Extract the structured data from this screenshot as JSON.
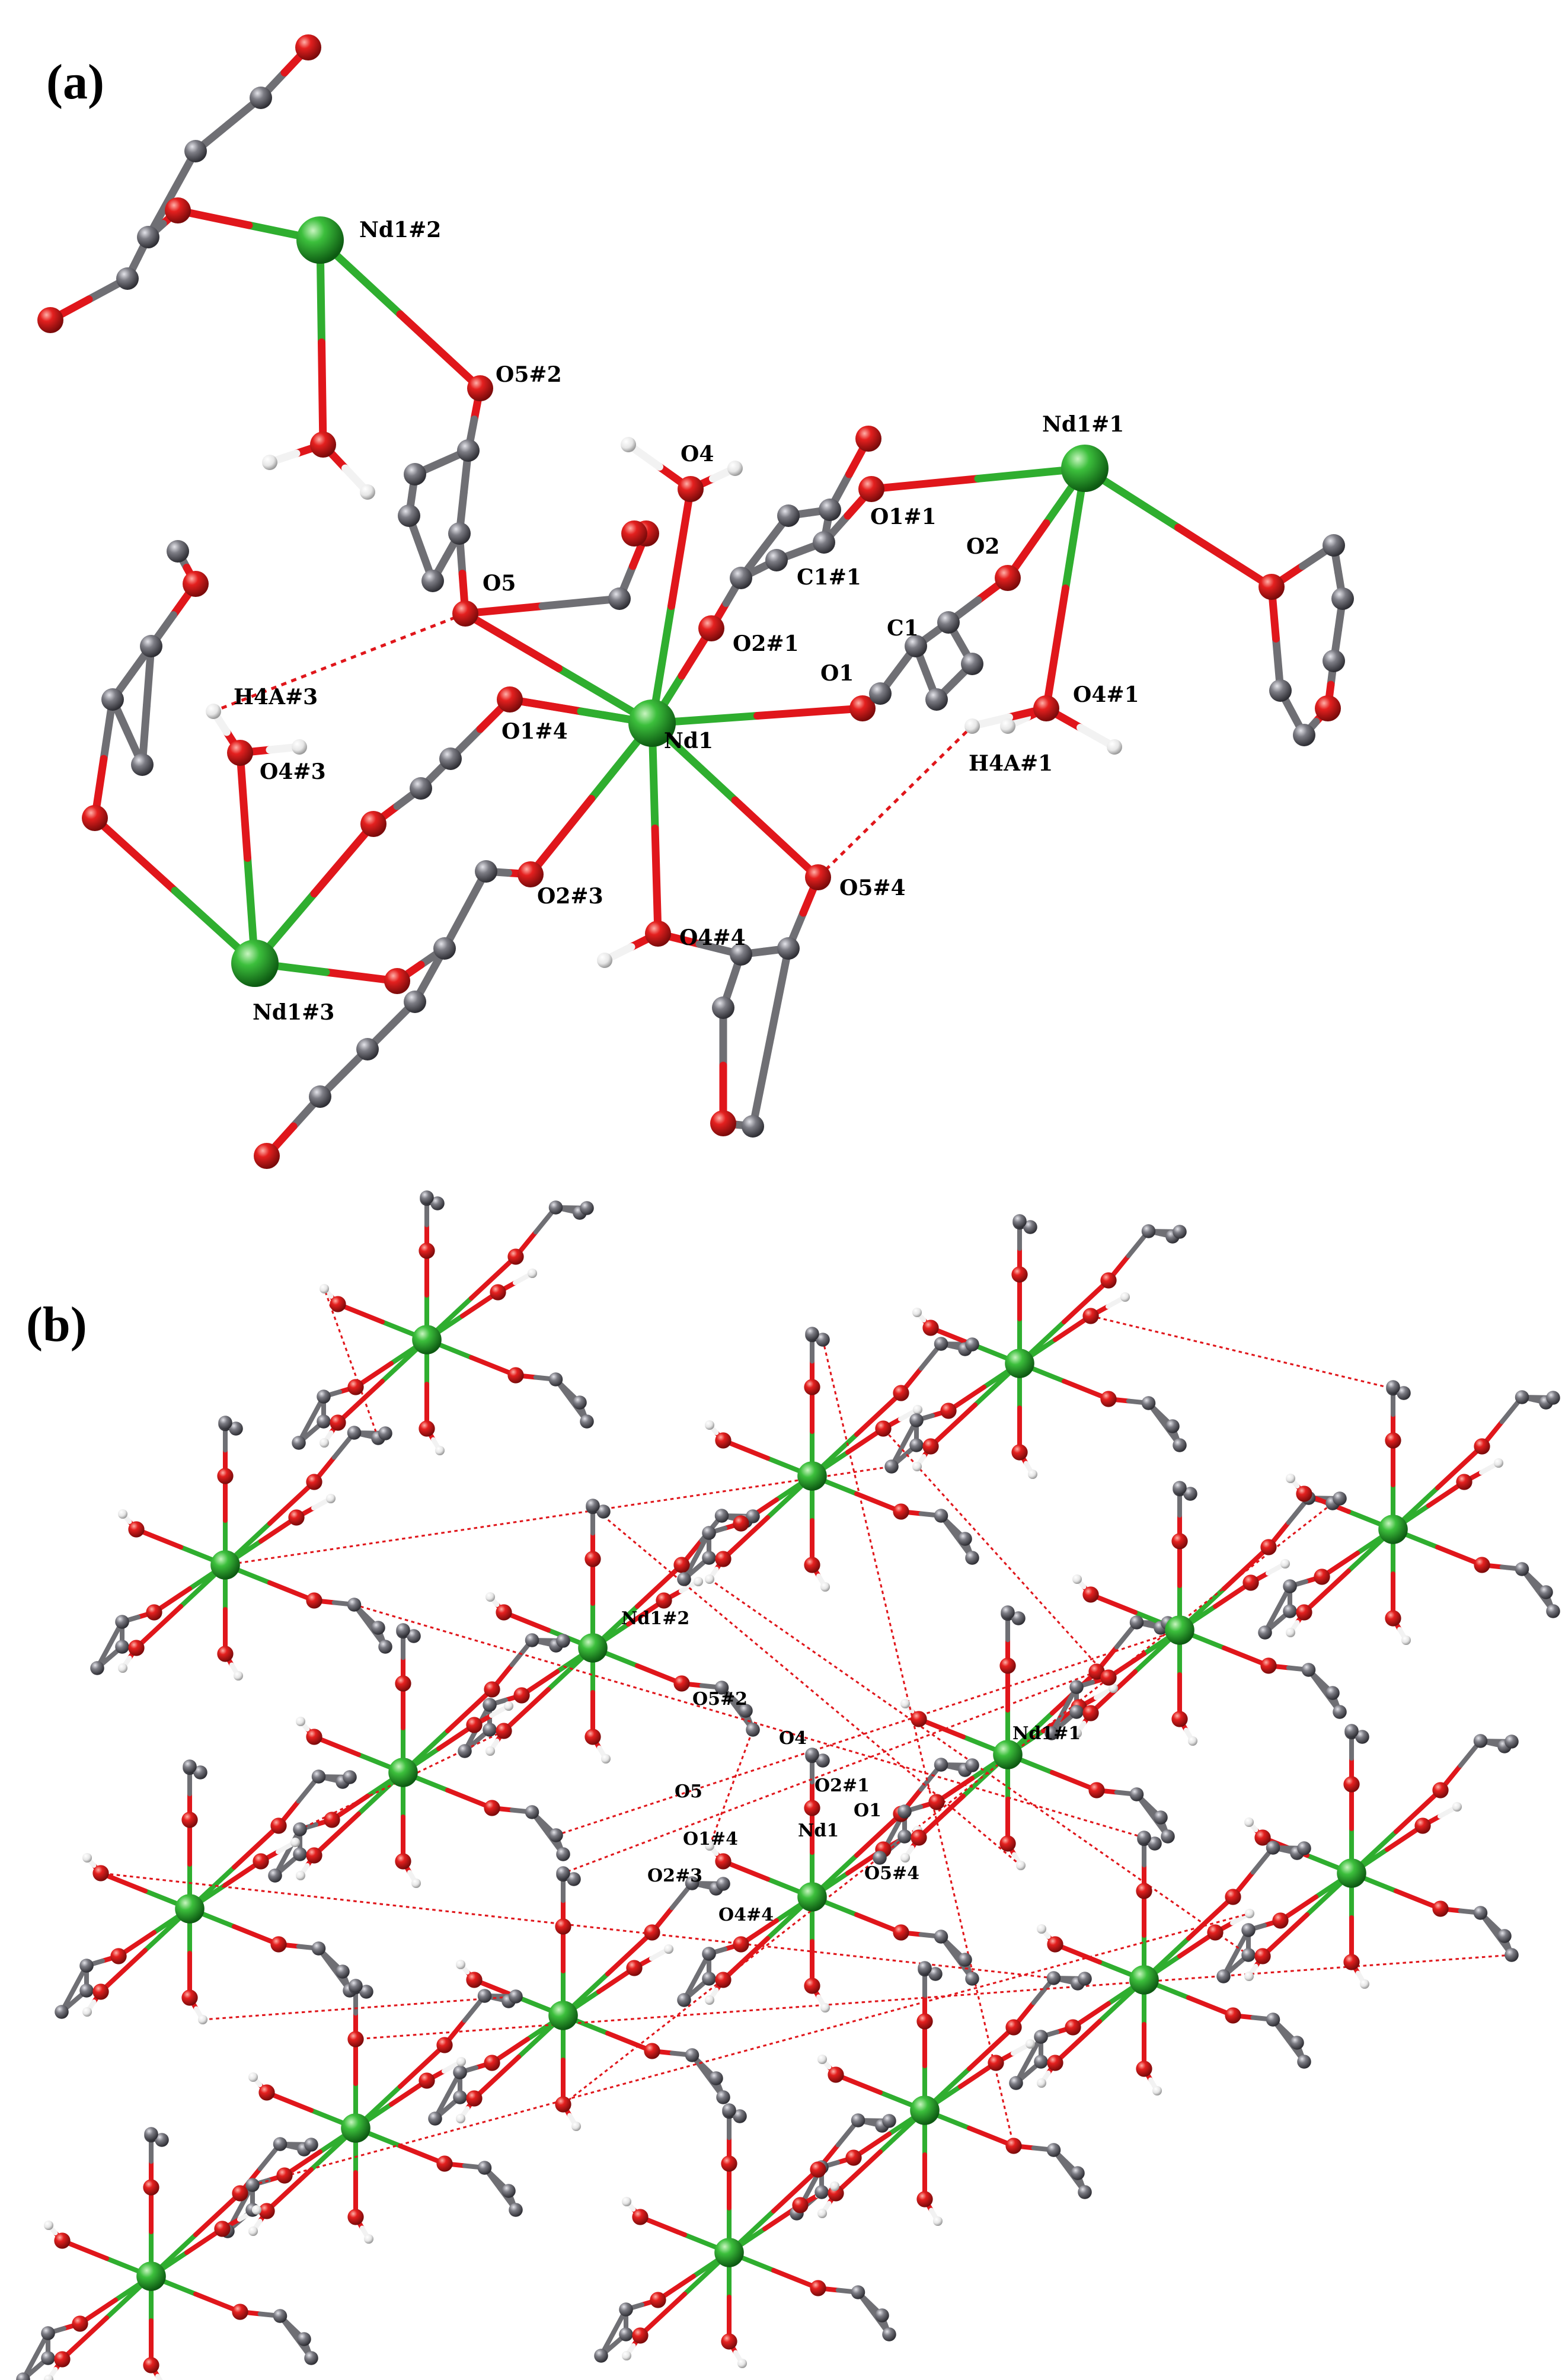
{
  "panels": [
    {
      "id": "a",
      "label": "(a)",
      "atom_labels": [
        "Nd1#2",
        "O5#2",
        "O4",
        "Nd1#1",
        "O1#1",
        "O2",
        "C1#1",
        "O5",
        "O2#1",
        "C1",
        "O1",
        "O4#1",
        "H4A#3",
        "O1#4",
        "Nd1",
        "H4A#1",
        "O4#3",
        "O2#3",
        "O5#4",
        "O4#4",
        "Nd1#3"
      ]
    },
    {
      "id": "b",
      "label": "(b)",
      "atom_labels": [
        "Nd1#2",
        "O5#2",
        "O4",
        "Nd1#1",
        "O5",
        "O2#1",
        "O1",
        "O1#4",
        "Nd1",
        "O2#3",
        "O5#4",
        "O4#4"
      ]
    }
  ],
  "colors": {
    "neodymium": "#2fae2f",
    "oxygen": "#e0161b",
    "carbon": "#6f6f74",
    "hydrogen": "#f2f2f2",
    "hbond": "#e0161b"
  }
}
